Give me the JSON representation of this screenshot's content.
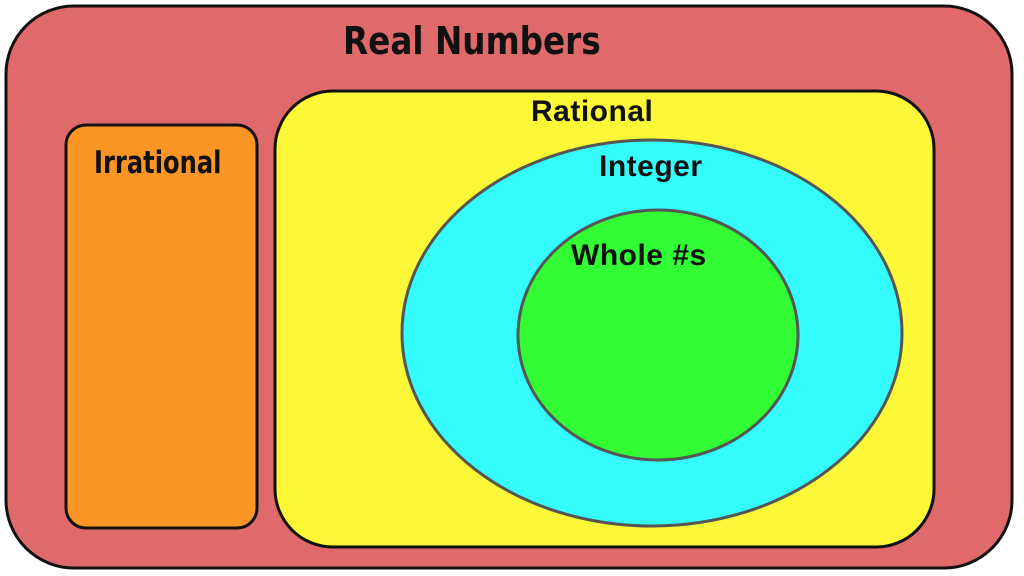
{
  "diagram": {
    "sets": {
      "real": {
        "label": "Real Numbers",
        "color": "#e0696b"
      },
      "irrational": {
        "label": "Irrational",
        "color": "#fb9525"
      },
      "rational": {
        "label": "Rational",
        "color": "#fcf837"
      },
      "integer": {
        "label": "Integer",
        "color": "#35fcfc"
      },
      "whole": {
        "label": "Whole #s",
        "color": "#32fc33"
      }
    },
    "outline_color": "#111111",
    "inner_outline_color": "#555555"
  }
}
